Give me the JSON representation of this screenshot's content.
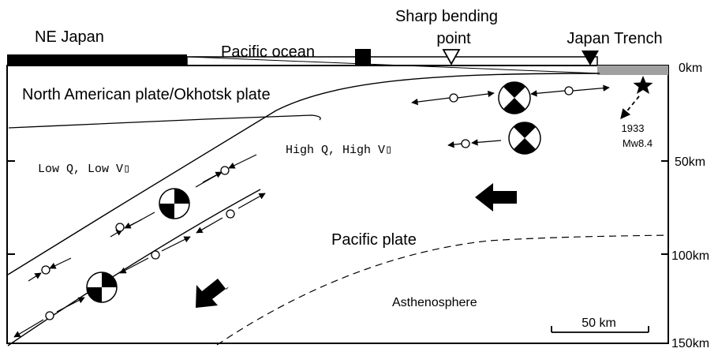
{
  "labels": {
    "ne_japan": "NE Japan",
    "pacific_ocean": "Pacific ocean",
    "bending_point_line1": "Sharp bending",
    "bending_point_line2": "point",
    "japan_trench": "Japan Trench",
    "north_american_plate": "North American plate/Okhotsk plate",
    "high_q": "High Q, High V▯",
    "low_q": "Low Q, Low V▯",
    "pacific_plate": "Pacific plate",
    "asthenosphere": "Asthenosphere",
    "quake_year": "1933",
    "quake_magnitude": "Mw8.4",
    "scale_bar": "50 km"
  },
  "depth_ticks": [
    "0km",
    "50km",
    "100km",
    "150km"
  ],
  "colors": {
    "ink": "#000000",
    "trench_band": "#a0a0a0",
    "paper": "#ffffff"
  }
}
